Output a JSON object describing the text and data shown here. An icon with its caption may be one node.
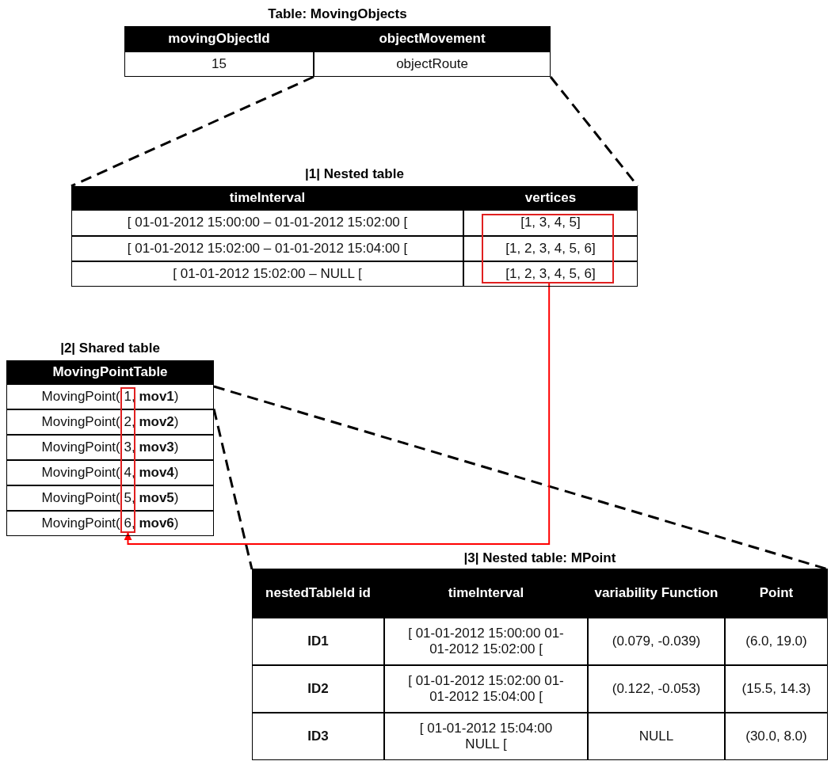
{
  "diagram": {
    "nodes": [
      {
        "text": [
          "Table: MovingObjects"
        ]
      },
      {
        "text": [
          "movingObjectId"
        ],
        "in": 0
      },
      {
        "text": [
          "objectMovement"
        ],
        "in": 0
      },
      {
        "text": [
          "15"
        ],
        "in": 0
      },
      {
        "text": [
          "objectRoute"
        ],
        "in": 0
      },
      {
        "text": [
          "|1| Nested table"
        ]
      },
      {
        "text": [
          "timeInterval"
        ],
        "in": 5
      },
      {
        "text": [
          "vertices"
        ],
        "in": 5
      },
      {
        "text": [
          "[ 01-01-2012 15:00:00 – 01-01-2012 15:02:00 ["
        ],
        "in": 5
      },
      {
        "text": [
          "[1, 3, 4, 5]"
        ],
        "in": 5
      },
      {
        "text": [
          "[ 01-01-2012 15:02:00 – 01-01-2012 15:04:00 ["
        ],
        "in": 5
      },
      {
        "text": [
          "[1, 2, 3, 4, 5, 6]"
        ],
        "in": 5
      },
      {
        "text": [
          "[ 01-01-2012 15:02:00 – NULL ["
        ],
        "in": 5
      },
      {
        "text": [
          "[1, 2, 3, 4, 5, 6]"
        ],
        "in": 5
      },
      {
        "text": [],
        "shape": "box",
        "in": 5
      },
      {
        "text": [
          "|2| Shared table"
        ]
      },
      {
        "text": [
          "MovingPointTable"
        ],
        "in": 15
      },
      {
        "text": [
          "MovingPoint( 1, **mov1**)"
        ],
        "in": 15
      },
      {
        "text": [
          "MovingPoint( 2, **mov2**)"
        ],
        "in": 15
      },
      {
        "text": [
          "MovingPoint( 3, **mov3**)"
        ],
        "in": 15
      },
      {
        "text": [
          "MovingPoint( 4, **mov4**)"
        ],
        "in": 15
      },
      {
        "text": [
          "MovingPoint( 5, **mov5**)"
        ],
        "in": 15
      },
      {
        "text": [
          "MovingPoint( 6, **mov6**)"
        ],
        "in": 15
      },
      {
        "text": [],
        "shape": "box",
        "in": 15
      },
      {
        "text": [
          "|3| Nested table: MPoint"
        ]
      },
      {
        "text": [
          "nestedTableId id"
        ],
        "in": 24
      },
      {
        "text": [
          "timeInterval"
        ],
        "in": 24
      },
      {
        "text": [
          "variability Function"
        ],
        "in": 24
      },
      {
        "text": [
          "Point"
        ],
        "in": 24
      },
      {
        "text": [
          "ID1"
        ],
        "in": 24
      },
      {
        "text": [
          "[ 01-01-2012 15:00:00 01-01-2012 15:02:00 ["
        ],
        "in": 24
      },
      {
        "text": [
          "(0.079, -0.039)"
        ],
        "in": 24
      },
      {
        "text": [
          "(6.0, 19.0)"
        ],
        "in": 24
      },
      {
        "text": [
          "ID2"
        ],
        "in": 24
      },
      {
        "text": [
          "[ 01-01-2012 15:02:00 01-01-2012 15:04:00 ["
        ],
        "in": 24
      },
      {
        "text": [
          "(0.122, -0.053)"
        ],
        "in": 24
      },
      {
        "text": [
          "(15.5, 14.3)"
        ],
        "in": 24
      },
      {
        "text": [
          "ID3"
        ],
        "in": 24
      },
      {
        "text": [
          "[ 01-01-2012 15:04:00 NULL ["
        ],
        "in": 24
      },
      {
        "text": [
          "NULL"
        ],
        "in": 24
      },
      {
        "text": [
          "(30.0, 8.0)"
        ],
        "in": 24
      }
    ],
    "edges": [
      {
        "from": 4,
        "to": 5,
        "arrow": "none",
        "style": "dashed"
      },
      {
        "from": 4,
        "to": 5,
        "arrow": "none",
        "style": "dashed"
      },
      {
        "from": 15,
        "to": 24,
        "arrow": "none",
        "style": "dashed"
      },
      {
        "from": 15,
        "to": 24,
        "arrow": "none",
        "style": "dashed"
      },
      {
        "from": 14,
        "to": 23,
        "arrow": "to",
        "color": "#ff0000"
      }
    ]
  }
}
